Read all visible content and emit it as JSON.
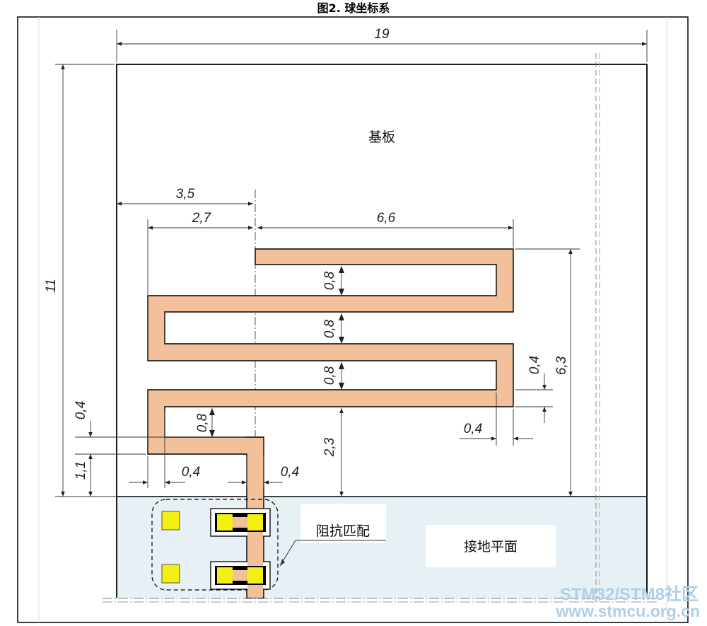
{
  "title": "图2. 球坐标系",
  "labels": {
    "substrate": "基板",
    "impedance_match": "阻抗匹配",
    "ground_plane": "接地平面"
  },
  "dimensions": {
    "board_width": "19",
    "board_height": "11",
    "feed_offset": "3,5",
    "left_arm": "2,7",
    "meander_length": "6,6",
    "meander_height": "6,3",
    "gap_upper": "0,8",
    "gap_middle": "0,8",
    "gap_lower": "0,8",
    "gap_bottom": "0,8",
    "trace_width_right": "0,4",
    "trace_width_bottom_right": "0,4",
    "trace_width_left": "0,4",
    "ground_clearance": "2,3",
    "feed_height": "1,1",
    "trace_width_bottom_left": "0,4",
    "feed_width": "0,4"
  },
  "watermark": {
    "line1": "STM32/STM8社区",
    "line2": "www.stmcu.org.cn"
  },
  "colors": {
    "trace": "#f2c09a",
    "ground": "#e7f1f5",
    "pad": "#f2ef11"
  }
}
